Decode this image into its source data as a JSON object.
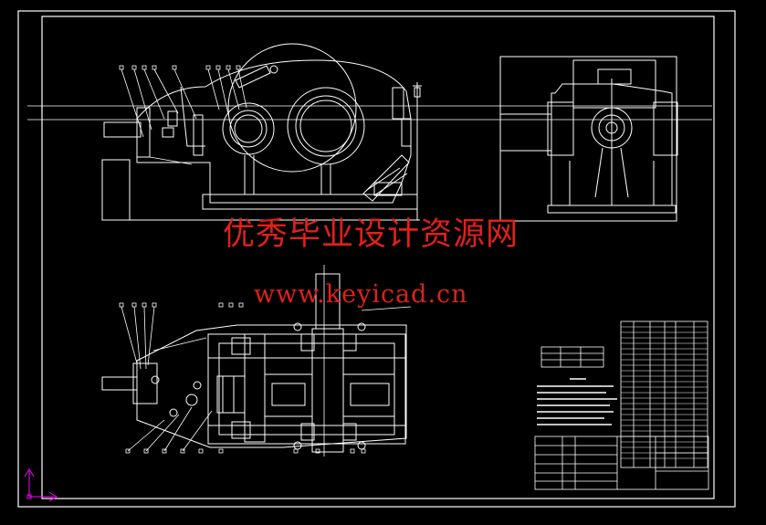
{
  "watermark": {
    "title": "优秀毕业设计资源网",
    "url": "www.keyicad.cn"
  },
  "colors": {
    "background": "#000000",
    "linework": "#ffffff",
    "watermark": "#e0201c",
    "axis_x": "#ff00ff",
    "axis_y": "#ff00ff"
  },
  "views": [
    "front-view",
    "side-view",
    "top-section-view"
  ],
  "annotations": [
    "title-block",
    "parts-list",
    "technical-requirements",
    "spec-table",
    "ucs-axis-icon"
  ]
}
